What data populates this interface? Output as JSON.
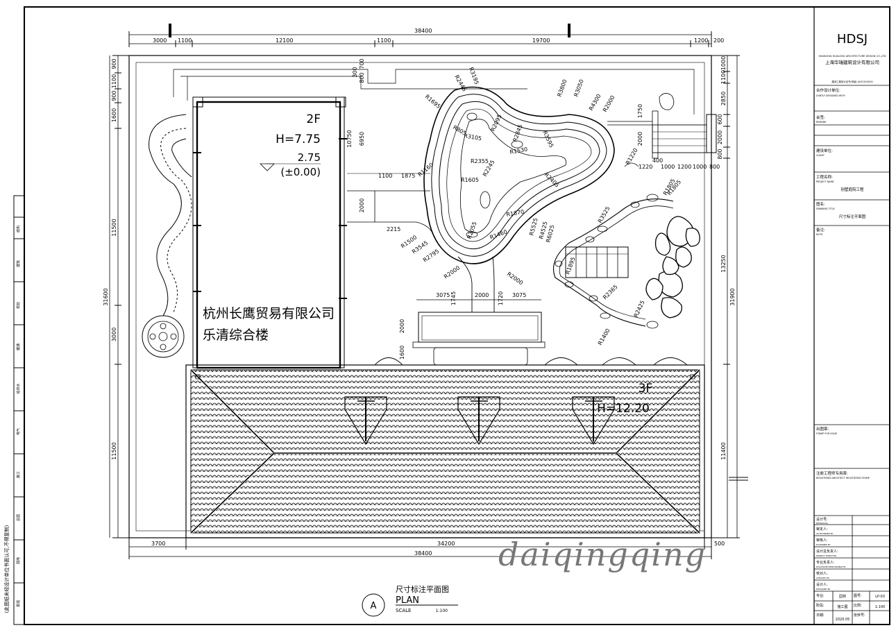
{
  "building": {
    "company_line1": "杭州长鹰贸易有限公司",
    "company_line2": "乐清综合楼",
    "floor2_label": "2F",
    "floor2_height": "H=7.75",
    "floor2_level": "2.75",
    "floor2_zero": "(±0.00)",
    "floor3_label": "3F",
    "floor3_height": "H=12.20"
  },
  "dimensions": {
    "top": [
      "3000",
      "1100",
      "12100",
      "38400",
      "1100",
      "19700",
      "1200",
      "200"
    ],
    "bottom": [
      "3700",
      "34200",
      "38400",
      "500"
    ],
    "left": [
      "900",
      "1100",
      "900",
      "1600",
      "11500",
      "31600",
      "3000",
      "11500"
    ],
    "right": [
      "1000",
      "1100",
      "2850",
      "1750",
      "600",
      "2000",
      "800",
      "13250",
      "31900",
      "11400"
    ],
    "interior": [
      "300",
      "700",
      "800",
      "10750",
      "6950",
      "1100",
      "1875",
      "2000",
      "2215",
      "3075",
      "1745",
      "2000",
      "1720",
      "3075",
      "2000",
      "1600",
      "400",
      "1220",
      "1000",
      "1200",
      "1000",
      "800",
      "2000"
    ],
    "radii": [
      "R2445",
      "R3195",
      "R1695",
      "R805",
      "R2095",
      "R3105",
      "R2845",
      "R1530",
      "R3595",
      "R3800",
      "R3050",
      "R4300",
      "R2000",
      "R1160",
      "R2355",
      "R1605",
      "R2245",
      "R2405",
      "R1870",
      "R1805",
      "R5525",
      "R4525",
      "R6025",
      "R2055",
      "R1460",
      "R1500",
      "R3545",
      "R2795",
      "R2000",
      "R2000",
      "R1220",
      "R1805",
      "R3525",
      "R1895",
      "R2365",
      "R2425",
      "R1400"
    ]
  },
  "drawing_title": {
    "circle_letter": "A",
    "title_cn": "尺寸标注平面图",
    "title_en": "PLAN",
    "scale_label": "SCALE",
    "scale_value": "1:100"
  },
  "watermark": "daiqingqing",
  "title_block": {
    "logo": "HDSJ",
    "logo_sub_en": "SHANGHAI HUALONG ARCHITECTURE DESIGN CO.,LTD",
    "company": "上海华瑞建筑设计有限公司",
    "cert": "建设工程设计证书(甲级) A031010000",
    "coop_label": "合作设计单位:",
    "coop_label_en": "JOINTLY DESIGNED WITH",
    "approval_label": "会签:",
    "approval_label_en": "REMARK",
    "client_label": "建设单位:",
    "client_label_en": "CLIENT",
    "project_label": "工程名称:",
    "project_label_en": "PROJECT NAME",
    "project_value": "别墅庭院工程",
    "drawing_label": "图名:",
    "drawing_label_en": "DRAWING TITLE",
    "drawing_value": "尺寸标注平面图",
    "note_label": "备注:",
    "note_label_en": "NOTE",
    "stamp_label": "出图章:",
    "stamp_label_en": "STAMP FOR ISSUE",
    "reg_label": "注册工程师专用章:",
    "reg_label_en": "REGISTERED ARCHITECT REGISTERED STAMP",
    "rows": [
      {
        "cn": "设计号:",
        "en": "DESIGN No."
      },
      {
        "cn": "审定人:",
        "en": "AUTHORIZED BY"
      },
      {
        "cn": "审核人:",
        "en": "EXAMINED BY"
      },
      {
        "cn": "设计总负责人:",
        "en": "PROJECT DIRECTOR"
      },
      {
        "cn": "专业负责人:",
        "en": "DISCIPLINE RESPONSIBLE BY"
      },
      {
        "cn": "校对人:",
        "en": "CHECKED BY"
      },
      {
        "cn": "设计人:",
        "en": "DESIGNED BY"
      }
    ],
    "discipline_label": "专业:",
    "discipline_value": "园林",
    "drawing_no_label": "图号:",
    "drawing_no_value": "LP-03",
    "stage_label": "阶段:",
    "stage_value": "施工图",
    "scale_label": "比例:",
    "scale_value": "1:100",
    "date_label": "日期:",
    "date_value": "2020.05",
    "sheet_label": "张序号:",
    "sheet_value": ""
  },
  "left_strip": {
    "note": "(此图纸未经设计单位书面认可,不得复制)",
    "cells": [
      "结构",
      "建筑",
      "规划",
      "暖通",
      "给排水",
      "电气",
      "施工",
      "总图",
      "弱电",
      "景观"
    ]
  }
}
